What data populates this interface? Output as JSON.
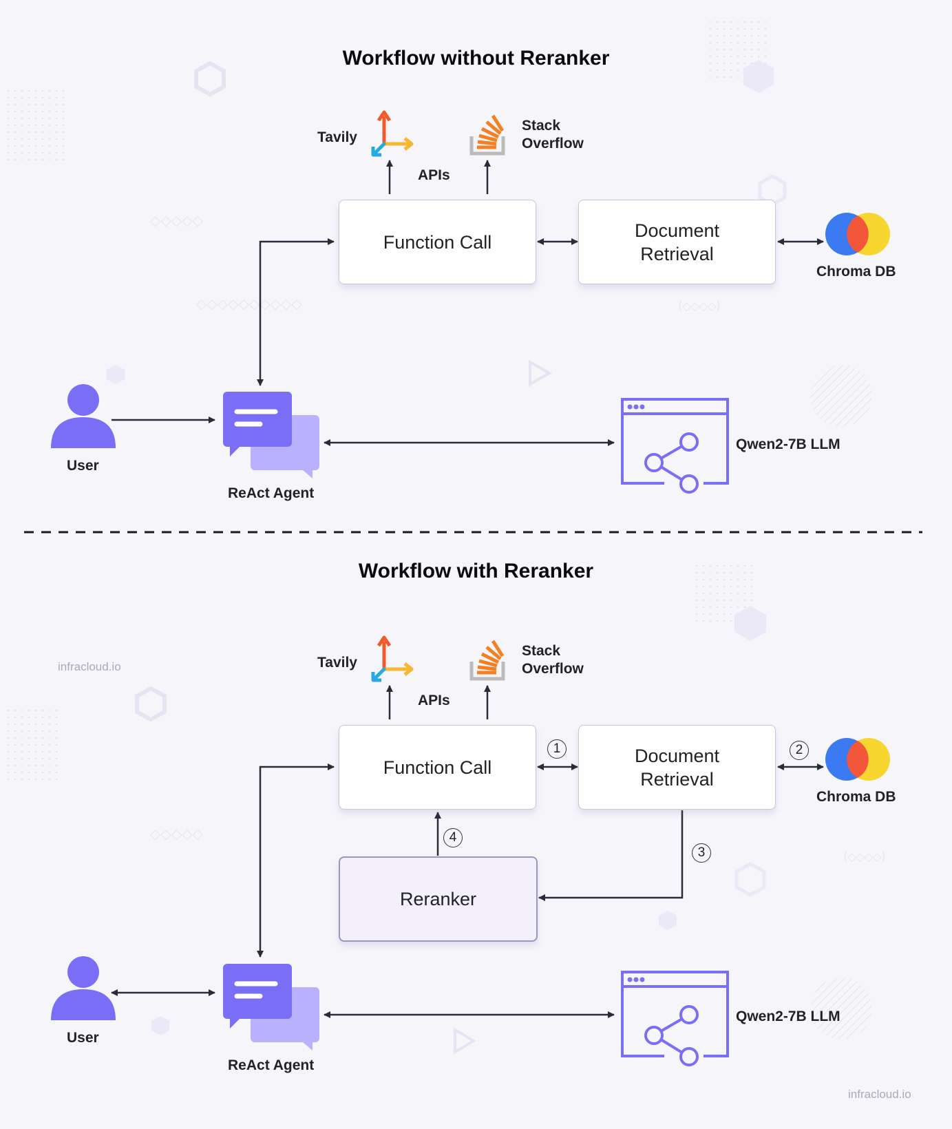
{
  "top": {
    "title": "Workflow without Reranker",
    "tavily": "Tavily",
    "stack": [
      "Stack",
      "Overflow"
    ],
    "apis": "APIs",
    "function_call": "Function Call",
    "document_retrieval": [
      "Document",
      "Retrieval"
    ],
    "chroma": "Chroma DB",
    "user": "User",
    "agent": "ReAct Agent",
    "llm": "Qwen2-7B LLM"
  },
  "bottom": {
    "title": "Workflow with Reranker",
    "tavily": "Tavily",
    "stack": [
      "Stack",
      "Overflow"
    ],
    "apis": "APIs",
    "function_call": "Function Call",
    "document_retrieval": [
      "Document",
      "Retrieval"
    ],
    "reranker": "Reranker",
    "chroma": "Chroma DB",
    "user": "User",
    "agent": "ReAct Agent",
    "llm": "Qwen2-7B LLM",
    "steps": [
      "1",
      "2",
      "3",
      "4"
    ]
  },
  "watermarks": [
    "infracloud.io",
    "infracloud.io"
  ],
  "colors": {
    "purple": "#7b6ef6",
    "purple_light": "#b9b1fb",
    "arrow": "#2a2a38",
    "chroma_blue": "#3c7af2",
    "chroma_red": "#f2573a",
    "chroma_yellow": "#f7d62f",
    "stack_orange": "#f48024"
  },
  "icons": [
    "tavily-logo-icon",
    "stackoverflow-logo-icon",
    "chroma-db-logo-icon",
    "user-icon",
    "chat-bubbles-icon",
    "llm-window-share-icon"
  ]
}
